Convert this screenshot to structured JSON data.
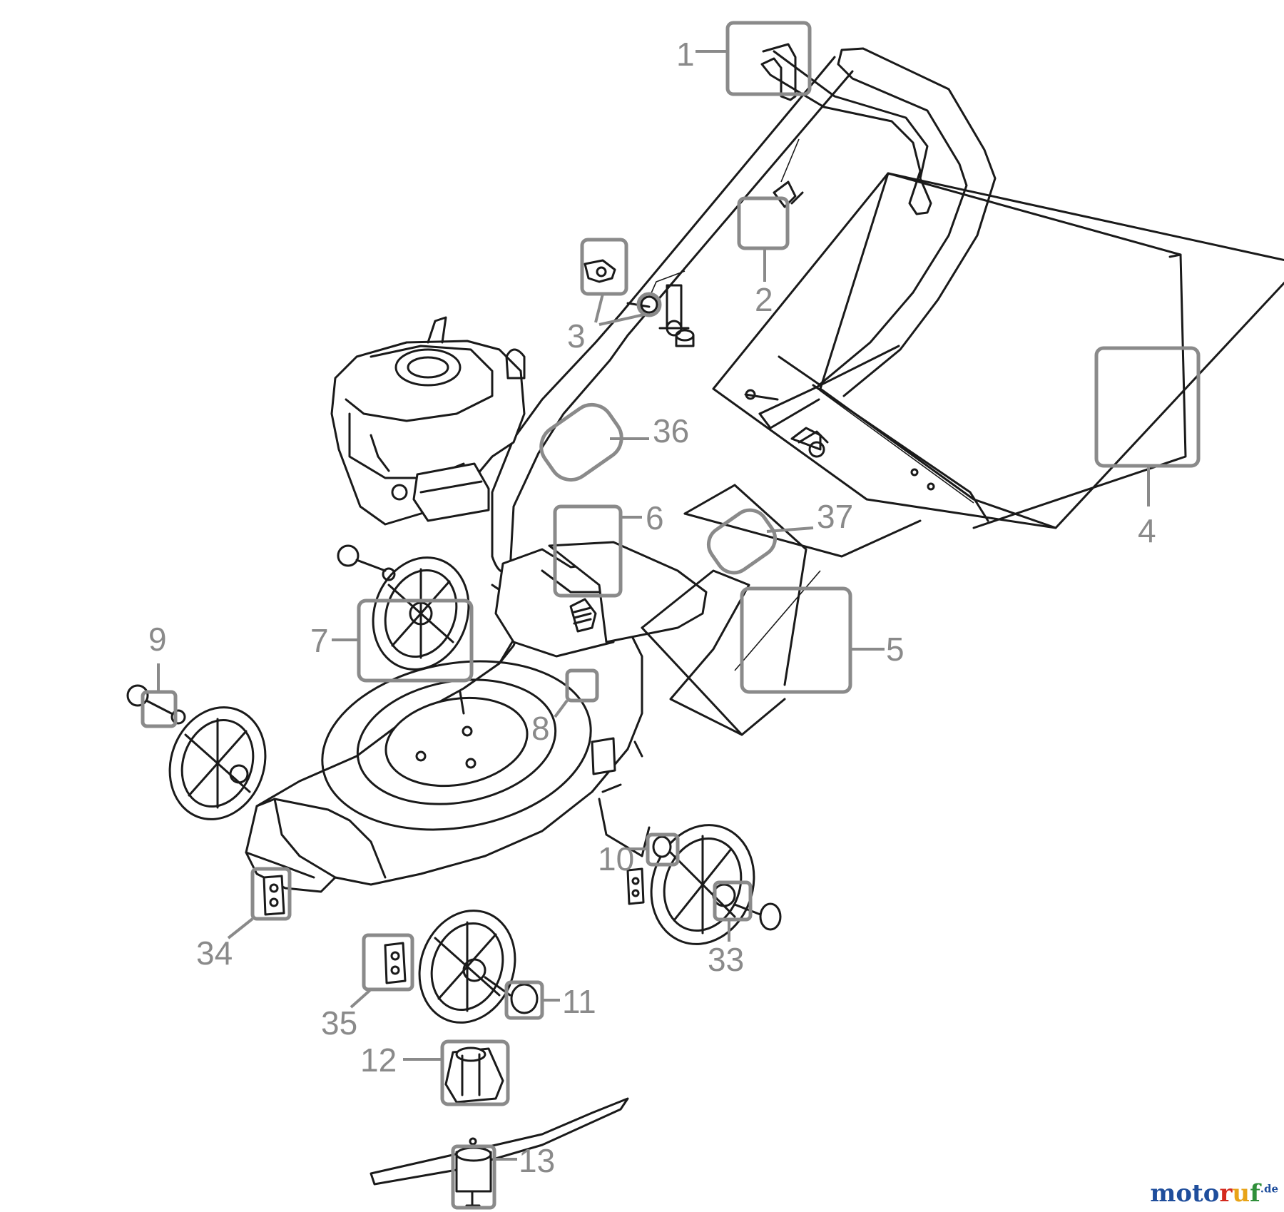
{
  "callouts": [
    {
      "id": "1",
      "label": "1"
    },
    {
      "id": "2",
      "label": "2"
    },
    {
      "id": "3",
      "label": "3"
    },
    {
      "id": "4",
      "label": "4"
    },
    {
      "id": "5",
      "label": "5"
    },
    {
      "id": "6",
      "label": "6"
    },
    {
      "id": "7",
      "label": "7"
    },
    {
      "id": "8",
      "label": "8"
    },
    {
      "id": "9",
      "label": "9"
    },
    {
      "id": "10",
      "label": "10"
    },
    {
      "id": "11",
      "label": "11"
    },
    {
      "id": "12",
      "label": "12"
    },
    {
      "id": "13",
      "label": "13"
    },
    {
      "id": "33",
      "label": "33"
    },
    {
      "id": "34",
      "label": "34"
    },
    {
      "id": "35",
      "label": "35"
    },
    {
      "id": "36",
      "label": "36"
    },
    {
      "id": "37",
      "label": "37"
    }
  ],
  "watermark": {
    "brand_main": "motoruf",
    "brand_suffix": ".de",
    "colors": [
      "#1f4e9c",
      "#d42a1e",
      "#e8a317",
      "#2f8f3a"
    ]
  },
  "colors": {
    "callout_gray": "#8a8a8a",
    "line_art": "#1a1a1a"
  }
}
